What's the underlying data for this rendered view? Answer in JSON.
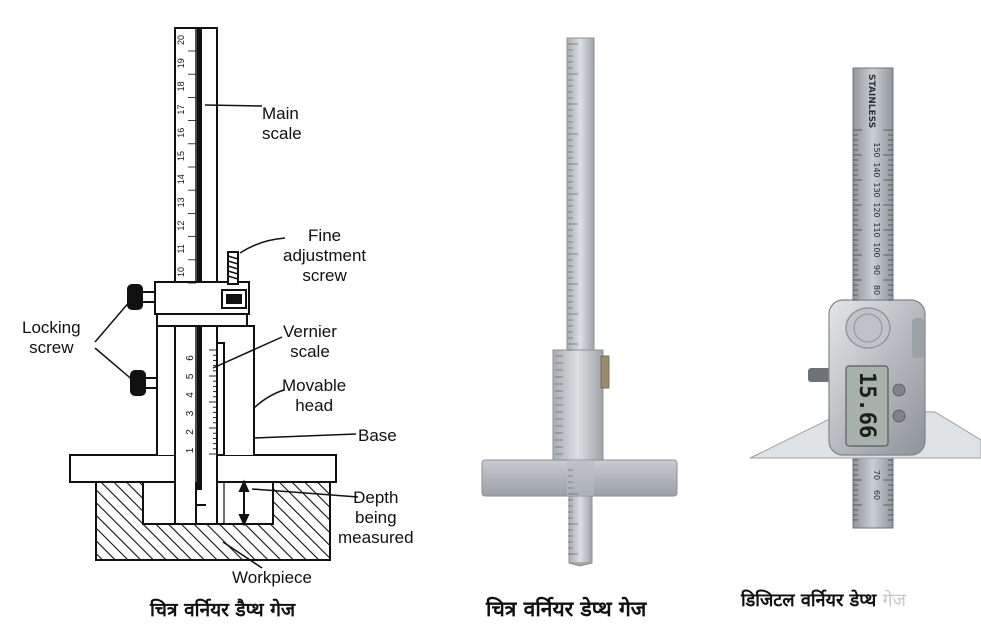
{
  "diagram": {
    "labels": {
      "main_scale": [
        "Main",
        "scale"
      ],
      "fine_adjustment": [
        "Fine",
        "adjustment",
        "screw"
      ],
      "locking_screw": [
        "Locking",
        "screw"
      ],
      "vernier_scale": [
        "Vernier",
        "scale"
      ],
      "movable_head": [
        "Movable",
        "head"
      ],
      "base": "Base",
      "depth": [
        "Depth",
        "being",
        "measured"
      ],
      "workpiece": "Workpiece"
    },
    "main_scale_ticks": [
      "20",
      "19",
      "18",
      "17",
      "16",
      "15",
      "14",
      "13",
      "12",
      "11",
      "10"
    ],
    "vernier_ticks": [
      "6",
      "5",
      "4",
      "3",
      "2",
      "1"
    ],
    "caption": "चित्र  वर्नियर डैप्थ गेज"
  },
  "photo_center": {
    "caption": "चित्र वर्नियर डेप्थ गेज"
  },
  "photo_right": {
    "brand_text": "STAINLESS",
    "scale_ticks": [
      "150",
      "140",
      "130",
      "120",
      "110",
      "100",
      "90",
      "80",
      "70",
      "60"
    ],
    "lcd_value": "15.66",
    "caption_main": "डिजिटल वर्नियर डेप्थ",
    "caption_faded": "गेज"
  }
}
